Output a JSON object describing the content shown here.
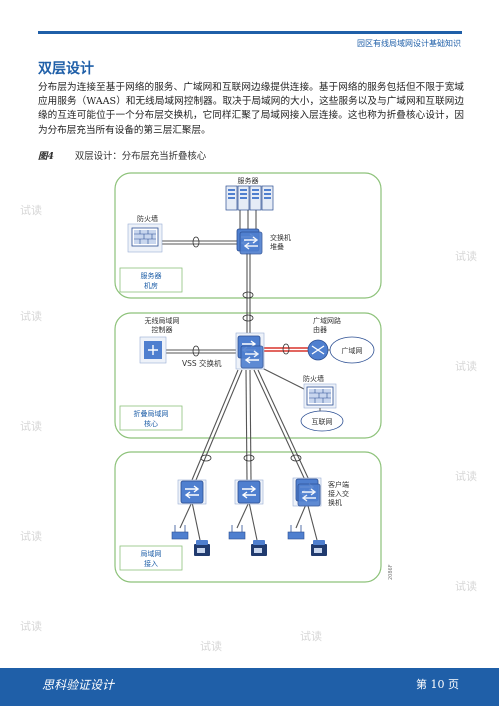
{
  "header": {
    "running_title": "园区有线局域网设计基础知识"
  },
  "section": {
    "title": "双层设计"
  },
  "paragraph": "分布层为连接至基于网络的服务、广域网和互联网边缘提供连接。基于网络的服务包括但不限于宽域应用服务（WAAS）和无线局域网控制器。取决于局域网的大小，这些服务以及与广域网和互联网边缘的互连可能位于一个分布层交换机，它同样汇聚了局域网接入层连接。这也称为折叠核心设计，因为分布层充当所有设备的第三层汇聚层。",
  "figure": {
    "number": "图4",
    "title": "双层设计：分布层充当折叠核心"
  },
  "diagram": {
    "server_label": "服务器",
    "firewall_top": "防火墙",
    "switch_top_label_1": "交换机",
    "switch_top_label_2": "堆叠",
    "server_room_tag_1": "服务器",
    "server_room_tag_2": "机房",
    "wlc_label_1": "无线局域网",
    "wlc_label_2": "控制器",
    "wan_router_label_1": "广域网路",
    "wan_router_label_2": "由器",
    "wan_cloud": "广域网",
    "vss_label": "VSS 交换机",
    "firewall_mid": "防火墙",
    "internet_cloud": "互联网",
    "core_tag_1": "折叠局域网",
    "core_tag_2": "核心",
    "client_switch_label_1": "客户端",
    "client_switch_label_2": "接入交",
    "client_switch_label_3": "换机",
    "access_tag_1": "局域网",
    "access_tag_2": "接入",
    "side_code": "2086F",
    "watermark_text": "试读"
  },
  "footer": {
    "left": "思科验证设计",
    "right": "第 10 页"
  },
  "colors": {
    "accent": "#1f5fa8",
    "panel_border": "#8dc27a",
    "wan_link": "#d9342b"
  }
}
